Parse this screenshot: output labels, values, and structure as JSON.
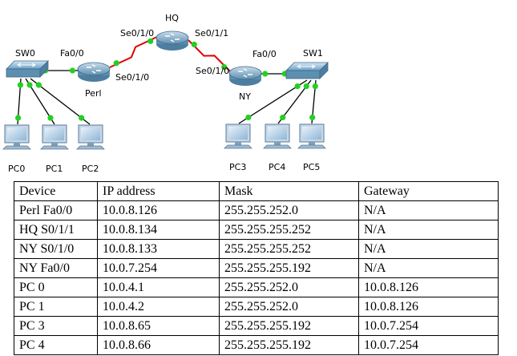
{
  "diagram": {
    "devices": [
      {
        "id": "hq",
        "label": "HQ",
        "type": "router"
      },
      {
        "id": "perl",
        "label": "Perl",
        "type": "router"
      },
      {
        "id": "ny",
        "label": "NY",
        "type": "router"
      },
      {
        "id": "sw0",
        "label": "SW0",
        "type": "switch"
      },
      {
        "id": "sw1",
        "label": "SW1",
        "type": "switch"
      },
      {
        "id": "pc0",
        "label": "PC0",
        "type": "pc"
      },
      {
        "id": "pc1",
        "label": "PC1",
        "type": "pc"
      },
      {
        "id": "pc2",
        "label": "PC2",
        "type": "pc"
      },
      {
        "id": "pc3",
        "label": "PC3",
        "type": "pc"
      },
      {
        "id": "pc4",
        "label": "PC4",
        "type": "pc"
      },
      {
        "id": "pc5",
        "label": "PC5",
        "type": "pc"
      }
    ],
    "links": [
      {
        "from": "perl",
        "to": "hq",
        "kind": "serial",
        "color": "#e00000"
      },
      {
        "from": "hq",
        "to": "ny",
        "kind": "serial",
        "color": "#e00000"
      },
      {
        "from": "sw0",
        "to": "perl",
        "kind": "ethernet",
        "color": "#000000"
      },
      {
        "from": "ny",
        "to": "sw1",
        "kind": "ethernet",
        "color": "#000000"
      },
      {
        "from": "sw0",
        "to": "pc0",
        "kind": "ethernet",
        "color": "#000000"
      },
      {
        "from": "sw0",
        "to": "pc1",
        "kind": "ethernet",
        "color": "#000000"
      },
      {
        "from": "sw0",
        "to": "pc2",
        "kind": "ethernet",
        "color": "#000000"
      },
      {
        "from": "sw1",
        "to": "pc3",
        "kind": "ethernet",
        "color": "#000000"
      },
      {
        "from": "sw1",
        "to": "pc4",
        "kind": "ethernet",
        "color": "#000000"
      },
      {
        "from": "sw1",
        "to": "pc5",
        "kind": "ethernet",
        "color": "#000000"
      }
    ],
    "interface_labels": {
      "hq_left": "Se0/1/0",
      "hq_right": "Se0/1/1",
      "perl_lan": "Fa0/0",
      "perl_wan": "Se0/1/0",
      "ny_wan": "Se0/1/0",
      "ny_lan": "Fa0/0"
    },
    "colors": {
      "link_up": "#22d022",
      "serial_link": "#e00000",
      "router": "#5d8fb0",
      "switch": "#6aa0c8"
    }
  },
  "table": {
    "headers": [
      "Device",
      "IP address",
      "Mask",
      "Gateway"
    ],
    "rows": [
      [
        "Perl Fa0/0",
        "10.0.8.126",
        "255.255.252.0",
        "N/A"
      ],
      [
        "HQ S0/1/1",
        "10.0.8.134",
        "255.255.255.252",
        "N/A"
      ],
      [
        "NY S0/1/0",
        "10.0.8.133",
        "255.255.255.252",
        "N/A"
      ],
      [
        "NY Fa0/0",
        "10.0.7.254",
        "255.255.255.192",
        "N/A"
      ],
      [
        "PC 0",
        "10.0.4.1",
        "255.255.252.0",
        "10.0.8.126"
      ],
      [
        "PC 1",
        "10.0.4.2",
        "255.255.252.0",
        "10.0.8.126"
      ],
      [
        "PC 3",
        "10.0.8.65",
        "255.255.255.192",
        "10.0.7.254"
      ],
      [
        "PC 4",
        "10.0.8.66",
        "255.255.255.192",
        "10.0.7.254"
      ]
    ]
  }
}
